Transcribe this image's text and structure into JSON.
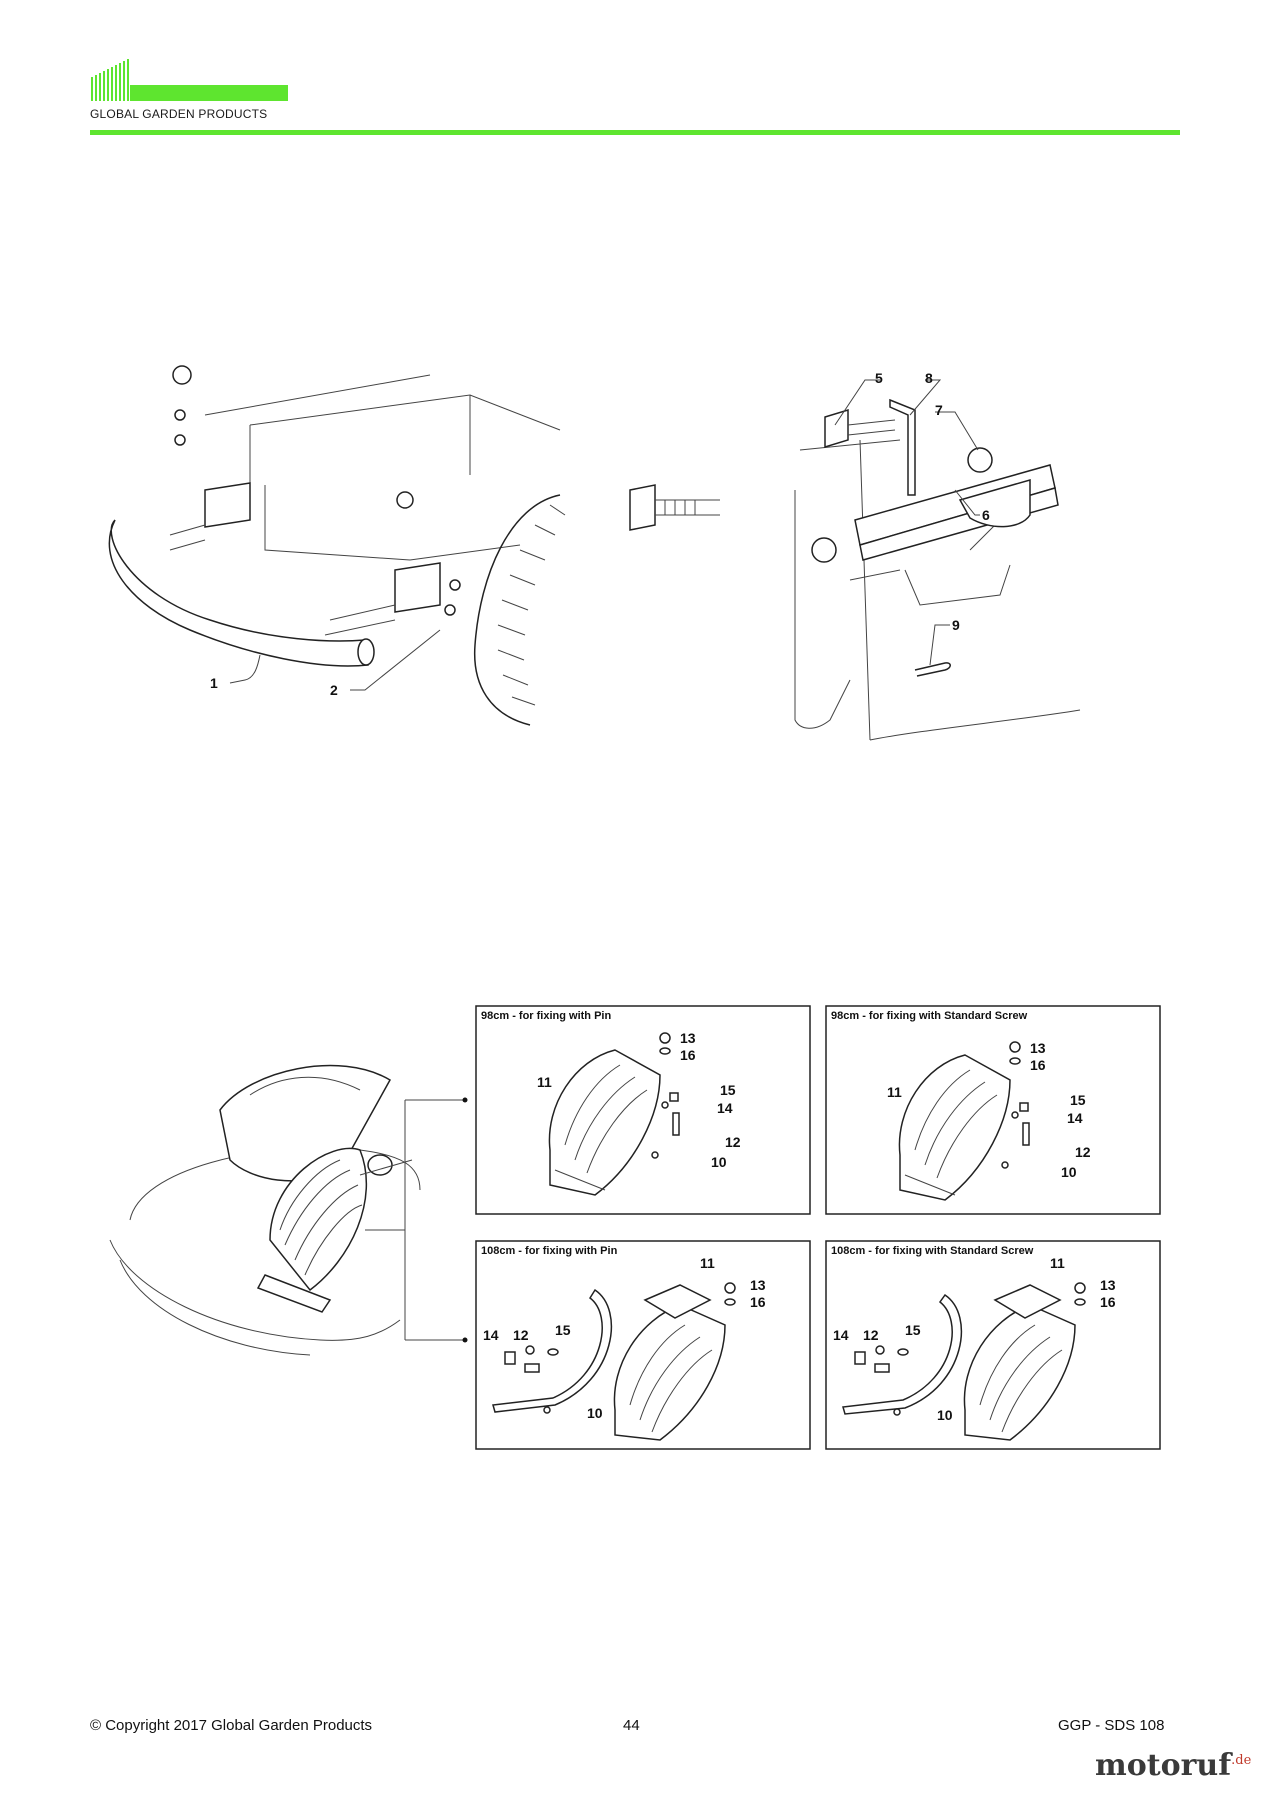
{
  "header": {
    "logo_text": "GLOBAL GARDEN PRODUCTS",
    "accent_color": "#5ee52f"
  },
  "diagram_top_left": {
    "callouts": [
      "1",
      "2"
    ]
  },
  "diagram_top_right": {
    "callouts": [
      "5",
      "8",
      "7",
      "6",
      "9"
    ]
  },
  "diagram_bottom": {
    "panels": [
      {
        "title": "98cm - for fixing with Pin",
        "callouts": [
          "11",
          "13",
          "16",
          "15",
          "14",
          "12",
          "10"
        ]
      },
      {
        "title": "98cm - for fixing with Standard Screw",
        "callouts": [
          "11",
          "13",
          "16",
          "15",
          "14",
          "12",
          "10"
        ]
      },
      {
        "title": "108cm - for fixing with Pin",
        "callouts": [
          "11",
          "13",
          "16",
          "14",
          "12",
          "15",
          "10"
        ]
      },
      {
        "title": "108cm - for fixing with Standard Screw",
        "callouts": [
          "11",
          "13",
          "16",
          "14",
          "12",
          "15",
          "10"
        ]
      }
    ]
  },
  "footer": {
    "copyright": "© Copyright 2017 Global Garden Products",
    "page_number": "44",
    "model": "GGP - SDS 108",
    "watermark_brand": "motoruf",
    "watermark_tld": ".de"
  }
}
